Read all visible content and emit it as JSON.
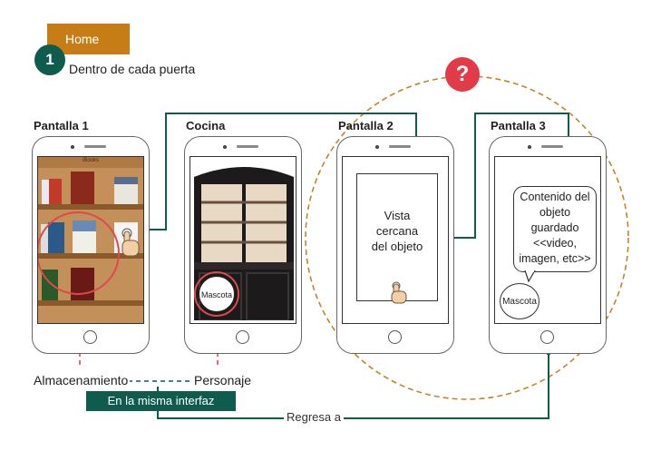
{
  "header": {
    "home_label": "Home",
    "step_number": "1",
    "step_text": "Dentro de cada puerta"
  },
  "screens": [
    {
      "title": "Pantalla 1"
    },
    {
      "title": "Cocina"
    },
    {
      "title": "Pantalla 2"
    },
    {
      "title": "Pantalla 3"
    }
  ],
  "bookshelf": {
    "header_text": "iBooks"
  },
  "mascot_label": "Mascota",
  "closeup": {
    "lines": [
      "Vista",
      "cercana",
      "del objeto"
    ]
  },
  "content_bubble": {
    "lines": [
      "Contenido del",
      "objeto",
      "guardado",
      "<<video,",
      "imagen, etc>>"
    ]
  },
  "help_badge": "?",
  "labels": {
    "storage": "Almacenamiento",
    "character": "Personaje",
    "same_interface": "En la misma interfaz",
    "returns_to": "Regresa a"
  },
  "colors": {
    "teal": "#0f5b4e",
    "orange": "#c77d16",
    "red": "#e23a46",
    "circle_red": "#dd4a4a"
  }
}
